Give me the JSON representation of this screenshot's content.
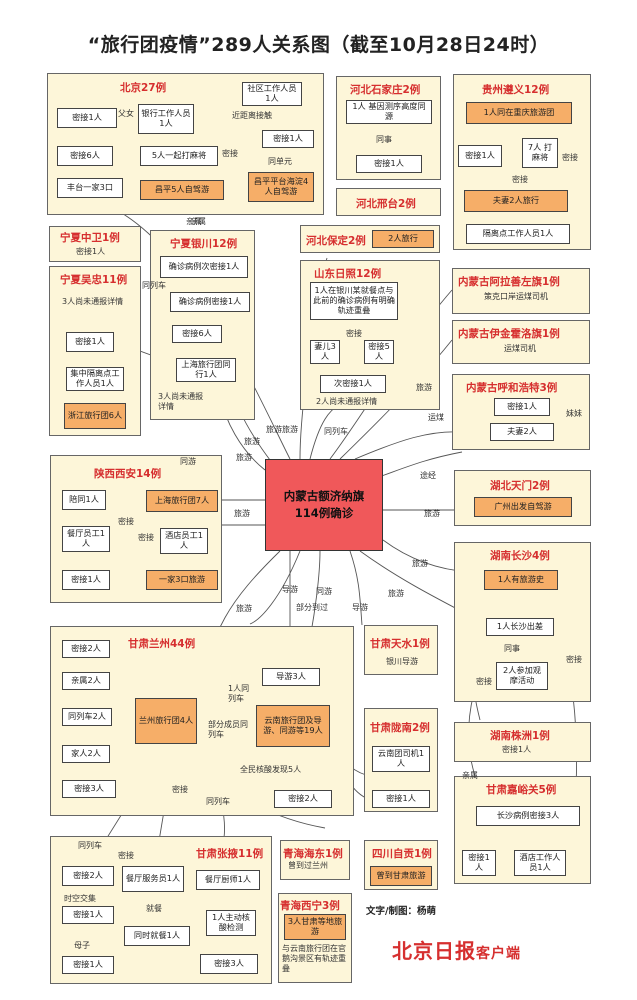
{
  "title": "“旅行团疫情”289人关系图（截至10月28日24时）",
  "center": {
    "line1": "内蒙古额济纳旗",
    "line2": "114例确诊"
  },
  "regions": {
    "beijing": {
      "title": "北京27例"
    },
    "hebei_sjz": {
      "title": "河北石家庄2例"
    },
    "guizhou": {
      "title": "贵州遵义12例"
    },
    "hebei_xt": {
      "title": "河北邢台2例"
    },
    "hebei_bd": {
      "title": "河北保定2例"
    },
    "ningxia_zw": {
      "title": "宁夏中卫1例"
    },
    "ningxia_yc": {
      "title": "宁夏银川12例"
    },
    "ningxia_wz": {
      "title": "宁夏吴忠11例"
    },
    "shandong": {
      "title": "山东日照12例"
    },
    "nm_alxa": {
      "title": "内蒙古阿拉善左旗1例"
    },
    "nm_ejlq": {
      "title": "内蒙古伊金霍洛旗1例"
    },
    "nm_hhht": {
      "title": "内蒙古呼和浩特3例"
    },
    "shaanxi": {
      "title": "陕西西安14例"
    },
    "hubei": {
      "title": "湖北天门2例"
    },
    "hunan_cs": {
      "title": "湖南长沙4例"
    },
    "gansu_ts": {
      "title": "甘肃天水1例"
    },
    "gansu_lz": {
      "title": "甘肃兰州44例"
    },
    "gansu_ln": {
      "title": "甘肃陇南2例"
    },
    "hunan_zz": {
      "title": "湖南株洲1例"
    },
    "gansu_jyg": {
      "title": "甘肃嘉峪关5例"
    },
    "gansu_zy": {
      "title": "甘肃张掖11例"
    },
    "qinghai_hd": {
      "title": "青海海东1例"
    },
    "sichuan": {
      "title": "四川自贡1例"
    },
    "qinghai_xn": {
      "title": "青海西宁3例"
    }
  },
  "nodes": {
    "bj_mj1": "密接1人",
    "bj_bank": "银行工作人员1人",
    "bj_sq": "社区工作人员1人",
    "bj_mj6": "密接6人",
    "bj_mj": "5人一起打麻将",
    "bj_mj1b": "密接1人",
    "bj_ft": "丰台一家3口",
    "bj_cp5": "昌平5人自驾游",
    "bj_cp4": "昌平平台海淀4人自驾游",
    "sjz_1": "1人 基因测序高度同源",
    "sjz_mj": "密接1人",
    "gz_cq": "1人同在重庆旅游团",
    "gz_mj": "密接1人",
    "gz_7": "7人 打麻将",
    "gz_cp": "夫妻2人旅行",
    "gz_gl": "隔离点工作人员1人",
    "bd_2": "2人旅行",
    "zw_mj": "密接1人",
    "yc_qz": "确诊病例次密接1人",
    "yc_mj": "确诊病例密接1人",
    "yc_mj6": "密接6人",
    "yc_sh": "上海旅行团同行1人",
    "wz_note": "3人尚未通报详情",
    "wz_mj": "密接1人",
    "wz_gl": "集中隔离点工作人员1人",
    "wz_zj": "浙江旅行团6人",
    "yc_note": "3人尚未通报详情",
    "sd_1": "1人在银川某就餐点与此前的确诊病例有明确轨迹重叠",
    "sd_wife": "妻儿3人",
    "sd_mj5": "密接5人",
    "sd_cmj": "次密接1人",
    "sd_note": "2人尚未通报详情",
    "alxa_1": "策克口岸运煤司机",
    "ejlq_1": "运煤司机",
    "hh_mj": "密接1人",
    "hh_cp": "夫妻2人",
    "sx_pt": "陪同1人",
    "sx_sh": "上海旅行团7人",
    "sx_ct": "餐厅员工1人",
    "sx_jd": "酒店员工1人",
    "sx_mj": "密接1人",
    "sx_fam": "一家3口旅游",
    "hb_gz": "广州出发自驾游",
    "cs_ls": "1人有旅游史",
    "cs_cc": "1人长沙出差",
    "cs_mj": "密接1人",
    "cs_2": "2人参加观摩活动",
    "ts_1": "银川导游",
    "lz_mj2": "密接2人",
    "lz_qs": "亲属2人",
    "lz_tc": "同列车2人",
    "lz_jr": "家人2人",
    "lz_mj3": "密接3人",
    "lz_tour": "兰州旅行团4人",
    "lz_guide": "导游3人",
    "yn_tour": "云南旅行团及导游、同游等19人",
    "lz_hs": "全民核酸发现5人",
    "lz_mj2b": "密接2人",
    "ln_yn": "云南团司机1人",
    "ln_mj": "密接1人",
    "zz_mj": "密接1人",
    "jyg_cs": "长沙病例密接3人",
    "jyg_mj": "密接1人",
    "jyg_hotel": "酒店工作人员1人",
    "zy_mj2": "密接2人",
    "zy_waiter": "餐厅服务员1人",
    "zy_cook": "餐厅厨师1人",
    "zy_mj1": "密接1人",
    "zy_meal": "同时就餐1人",
    "zy_self": "1人主动核酸检测",
    "zy_mj1b": "密接1人",
    "zy_mj3": "密接3人",
    "hd_1": "曾到过兰州",
    "sc_1": "曾到甘肃旅游",
    "xn_3": "3人甘肃等地旅游",
    "xn_note": "与云南旅行团在官鹅沟景区有轨迹重叠"
  },
  "labels": {
    "fuyu": "父女",
    "jinju": "近距离接触",
    "mijie": "密接",
    "tongdanyuan": "同单元",
    "qinshu": "亲属",
    "tongshi": "同事",
    "tonglieche": "同列车",
    "lvyou": "旅游",
    "yunmei": "运煤",
    "tuzhong": "途经",
    "tongyou": "同游",
    "daoyou": "导游",
    "bufen": "部分到过",
    "bufen_cy": "部分成员同列车",
    "yiren_tlc": "1人同列车",
    "jiucan": "就餐",
    "tongche_xt": "时空交集",
    "muzi": "母子",
    "meimei": "妹妹"
  },
  "credit": "文字/制图：杨萌",
  "brand": {
    "main": "北京日报",
    "sub": "客户端"
  }
}
